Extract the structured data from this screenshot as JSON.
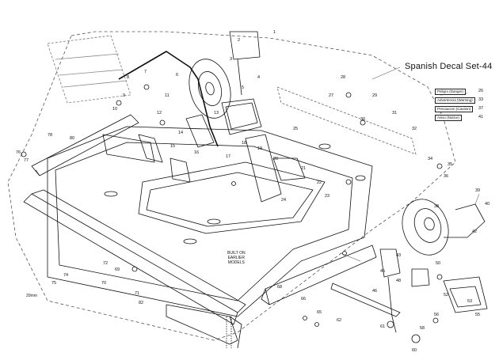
{
  "title": "Spanish Decal Set-44",
  "figure_code": "20mm",
  "note_lines": [
    "BUILT ON",
    "EARLIER",
    "MODELS"
  ],
  "decal_boxes": [
    {
      "label": "Peligro (Danger)",
      "number": "26"
    },
    {
      "label": "Advertencia (Warning)",
      "number": "33"
    },
    {
      "label": "Precaucion (Caution)",
      "number": "37"
    },
    {
      "label": "Aviso (Notice)",
      "number": "41"
    }
  ],
  "callouts": [
    "1",
    "2",
    "3",
    "4",
    "5",
    "6",
    "7",
    "8",
    "9",
    "10",
    "11",
    "12",
    "13",
    "14",
    "15",
    "16",
    "17",
    "18",
    "19",
    "20",
    "21",
    "22",
    "23",
    "24",
    "25",
    "27",
    "28",
    "29",
    "30",
    "31",
    "32",
    "34",
    "35",
    "36",
    "38",
    "39",
    "40",
    "42",
    "43",
    "45",
    "46",
    "48",
    "50",
    "52",
    "53",
    "55",
    "56",
    "58",
    "60",
    "61",
    "62",
    "65",
    "66",
    "68",
    "69",
    "70",
    "71",
    "72",
    "74",
    "75",
    "76",
    "77",
    "78",
    "80",
    "82"
  ]
}
